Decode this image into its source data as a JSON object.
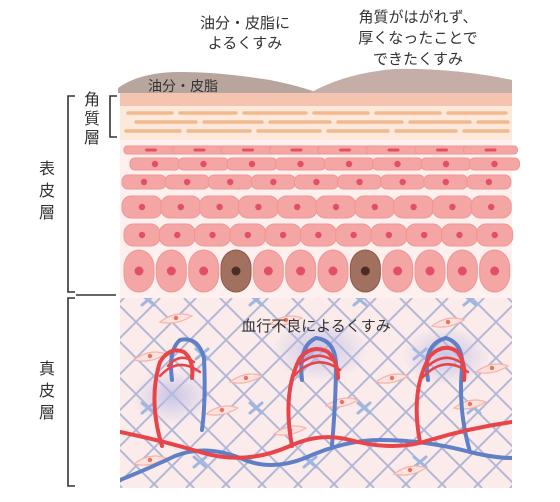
{
  "annotations": {
    "top_left_line1": "油分・皮脂に",
    "top_left_line2": "よるくすみ",
    "top_right_line1": "角質がはがれず、",
    "top_right_line2": "厚くなったことで",
    "top_right_line3": "できたくすみ",
    "sebum_label": "油分・皮脂",
    "blood_label": "血行不良によるくすみ"
  },
  "layers": {
    "stratum_corneum": "角質層",
    "epidermis": "表皮層",
    "dermis": "真皮層"
  },
  "colors": {
    "sebum": "#b8a59e",
    "cell_fill": "#f4a6a4",
    "cell_nucleus": "#e24f66",
    "dark_cell": "#a2705e",
    "artery": "#e8454a",
    "vein": "#5f7fc6",
    "dermis_bg": "#fbeceb",
    "bracket": "#333333"
  }
}
